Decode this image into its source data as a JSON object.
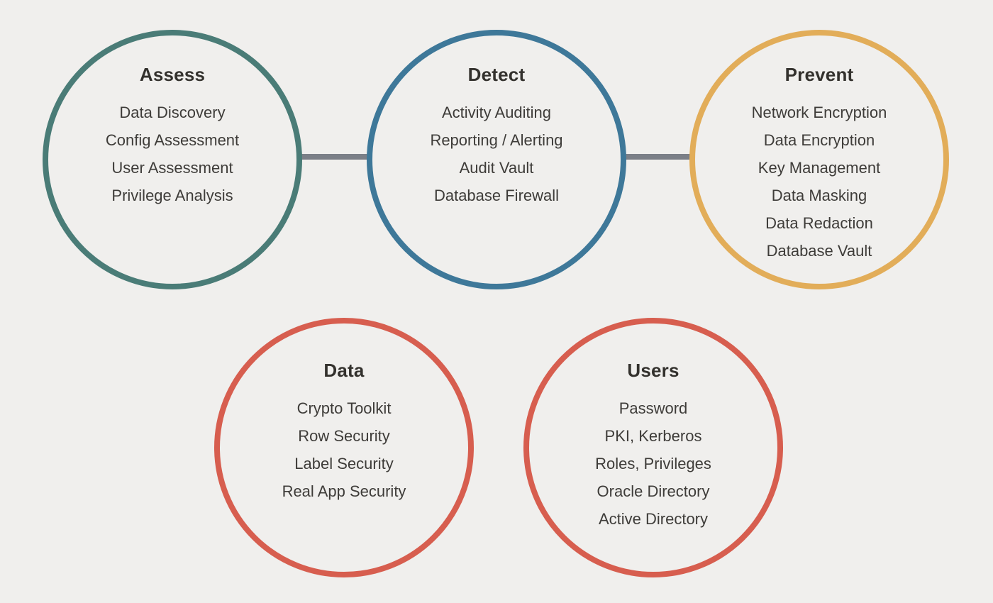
{
  "background_color": "#f0efed",
  "connector_color": "#7b7f87",
  "title_color": "#33312d",
  "item_color": "#3e3c39",
  "circles": {
    "assess": {
      "title": "Assess",
      "border_color": "#4a7c77",
      "items": [
        "Data Discovery",
        "Config Assessment",
        "User Assessment",
        "Privilege Analysis"
      ]
    },
    "detect": {
      "title": "Detect",
      "border_color": "#3e7899",
      "items": [
        "Activity Auditing",
        "Reporting / Alerting",
        "Audit Vault",
        "Database Firewall"
      ]
    },
    "prevent": {
      "title": "Prevent",
      "border_color": "#e2ad59",
      "items": [
        "Network Encryption",
        "Data Encryption",
        "Key Management",
        "Data Masking",
        "Data Redaction",
        "Database Vault"
      ]
    },
    "data": {
      "title": "Data",
      "border_color": "#d75e4f",
      "items": [
        "Crypto Toolkit",
        "Row Security",
        "Label Security",
        "Real App Security"
      ]
    },
    "users": {
      "title": "Users",
      "border_color": "#d75e4f",
      "items": [
        "Password",
        "PKI, Kerberos",
        "Roles, Privileges",
        "Oracle Directory",
        "Active Directory"
      ]
    }
  }
}
